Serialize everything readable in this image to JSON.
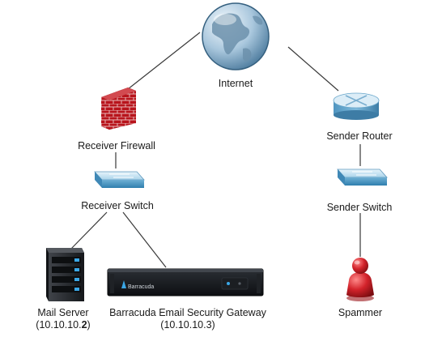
{
  "nodes": {
    "internet": {
      "label": "Internet",
      "icon": "globe-icon"
    },
    "receiver_firewall": {
      "label": "Receiver Firewall",
      "icon": "firewall-icon"
    },
    "receiver_switch": {
      "label": "Receiver Switch",
      "icon": "switch-icon"
    },
    "mail_server": {
      "label": "Mail Server",
      "address_prefix": "(10.10.10.",
      "address_bold": "2",
      "address_suffix": ")",
      "icon": "server-icon"
    },
    "gateway": {
      "label": "Barracuda Email Security Gateway",
      "address": "(10.10.10.3)",
      "icon": "appliance-icon",
      "brand": "Barracuda"
    },
    "sender_router": {
      "label": "Sender Router",
      "icon": "router-icon"
    },
    "sender_switch": {
      "label": "Sender Switch",
      "icon": "switch-icon"
    },
    "spammer": {
      "label": "Spammer",
      "icon": "spammer-icon"
    }
  },
  "colors": {
    "link": "#3a3a3a",
    "firewall": "#b8141c",
    "switch": "#7fb9d8",
    "router": "#8cc2de",
    "server": "#23262b",
    "server_light": "#3aa7e6",
    "spammer": "#c81e26"
  }
}
